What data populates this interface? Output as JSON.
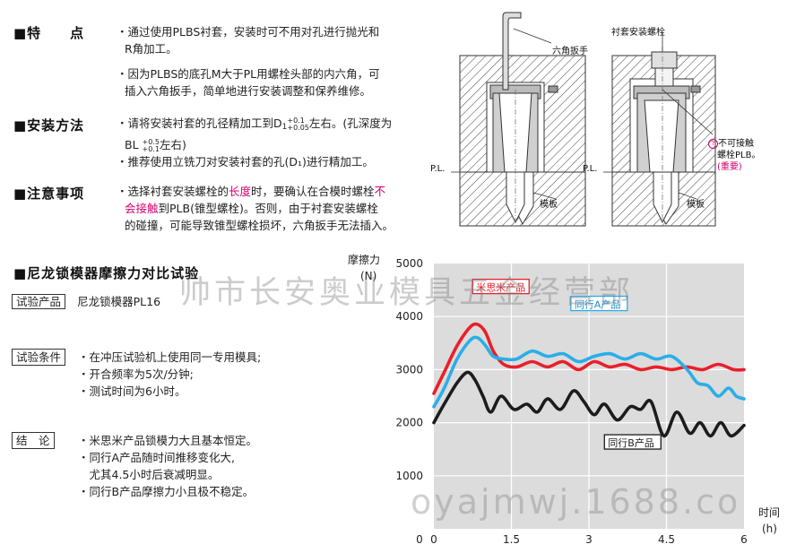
{
  "features": {
    "title": "■特　　点",
    "b1a": "・通过使用PLBS衬套，安装时可不用对孔进行抛光和",
    "b1b": "R角加工。",
    "b2a": "・因为PLBS的底孔M大于PL用螺栓头部的内六角，可",
    "b2b": "插入六角扳手，简单地进行安装调整和保养维修。"
  },
  "install": {
    "title": "■安装方法",
    "b1a": "・请将安装衬套的孔径精加工到D",
    "b1sub": "1",
    "b1tol_up": "+0.1",
    "b1tol_dn": "+0.05",
    "b1b": "左右。(孔深度为",
    "b1c": "BL",
    "b1tol2_up": "+0.5",
    "b1tol2_dn": "+0.1",
    "b1d": "左右)",
    "b2": "・推荐使用立铣刀对安装衬套的孔(D₁)进行精加工。"
  },
  "caution": {
    "title": "■注意事项",
    "l1_pre": "・选择衬套安装螺栓的",
    "l1_pink1": "长度",
    "l1_mid": "时，要确认在合模时螺栓",
    "l1_pink2": "不",
    "l2_pink": "会接触",
    "l2_post": "到PLB(锥型螺栓)。否则，由于衬套安装螺栓",
    "l3": "的碰撞，可能导致锥型螺栓损坏，六角扳手无法插入。"
  },
  "diagram": {
    "hex_wrench": "六角扳手",
    "bushing_bolt": "衬套安装螺栓",
    "pl_left": "P.L.",
    "pl_right": "P.L.",
    "template_left": "模板",
    "template_right": "模板",
    "note_icon": "?",
    "note_l1": "不可接触",
    "note_l2": "螺栓PLB。",
    "note_l3": "(重要)"
  },
  "test": {
    "title": "■尼龙锁模器摩擦力对比试验",
    "product_label": "试验产品",
    "product_value": "尼龙锁模器PL16",
    "cond_label": "试验条件",
    "cond_items": [
      "・在冲压试验机上使用同一专用模具;",
      "・开合频率为5次/分钟;",
      "・测试时间为6小时。"
    ],
    "result_label": "结　论",
    "result_items": [
      "・米思米产品锁模力大且基本恒定。",
      "・同行A产品随时间推移变化大,",
      "　尤其4.5小时后衰减明显。",
      "・同行B产品摩擦力小且极不稳定。"
    ]
  },
  "watermark": {
    "text1": "帅市长安奥业模具五金经营部",
    "text2": "oyajmwj.1688.co"
  },
  "colors": {
    "misumi": "#e8202a",
    "competitorA": "#2aaee8",
    "competitorB": "#1c1c1c",
    "plot_bg": "#dcdcdc",
    "pink": "#d4006e"
  },
  "chart_data": {
    "type": "line",
    "ylabel": "摩擦力",
    "yunit": "(N)",
    "xlabel": "时间",
    "xunit": "(h)",
    "xlim": [
      0,
      6
    ],
    "ylim": [
      0,
      5000
    ],
    "xticks": [
      "0",
      "1.5",
      "3",
      "4.5",
      "6"
    ],
    "yticks": [
      "1000",
      "2000",
      "3000",
      "4000",
      "5000"
    ],
    "grid": true,
    "series": [
      {
        "name": "米思米产品",
        "color": "#e8202a",
        "x": [
          0,
          0.2,
          0.45,
          0.7,
          0.85,
          1.0,
          1.15,
          1.35,
          1.6,
          1.9,
          2.2,
          2.5,
          2.8,
          3.1,
          3.4,
          3.7,
          4.0,
          4.3,
          4.6,
          4.9,
          5.2,
          5.5,
          5.8,
          6.0
        ],
        "y": [
          2550,
          2950,
          3450,
          3800,
          3850,
          3700,
          3350,
          3100,
          3050,
          3150,
          3050,
          3150,
          3000,
          3150,
          3050,
          3100,
          3000,
          3050,
          3000,
          3050,
          3000,
          3100,
          3000,
          3000
        ]
      },
      {
        "name": "同行A产品",
        "color": "#2aaee8",
        "x": [
          0,
          0.2,
          0.45,
          0.7,
          0.85,
          1.0,
          1.15,
          1.35,
          1.6,
          1.9,
          2.2,
          2.5,
          2.8,
          3.1,
          3.4,
          3.7,
          4.0,
          4.3,
          4.6,
          4.9,
          5.1,
          5.3,
          5.5,
          5.7,
          5.85,
          6.0
        ],
        "y": [
          2300,
          2650,
          3200,
          3550,
          3600,
          3450,
          3250,
          3200,
          3200,
          3350,
          3250,
          3300,
          3150,
          3250,
          3300,
          3200,
          3300,
          3200,
          3250,
          3000,
          2750,
          2700,
          2500,
          2650,
          2500,
          2450
        ]
      },
      {
        "name": "同行B产品",
        "color": "#1c1c1c",
        "x": [
          0,
          0.2,
          0.45,
          0.65,
          0.8,
          0.95,
          1.1,
          1.3,
          1.55,
          1.8,
          2.0,
          2.2,
          2.45,
          2.7,
          2.9,
          3.1,
          3.3,
          3.55,
          3.8,
          4.0,
          4.2,
          4.45,
          4.7,
          4.95,
          5.15,
          5.35,
          5.55,
          5.75,
          6.0
        ],
        "y": [
          2000,
          2350,
          2750,
          2950,
          2800,
          2500,
          2200,
          2500,
          2250,
          2350,
          2200,
          2450,
          2250,
          2600,
          2400,
          2150,
          2350,
          2050,
          2300,
          2250,
          2400,
          1750,
          2200,
          1800,
          2000,
          1750,
          2000,
          1750,
          1950
        ]
      }
    ]
  }
}
